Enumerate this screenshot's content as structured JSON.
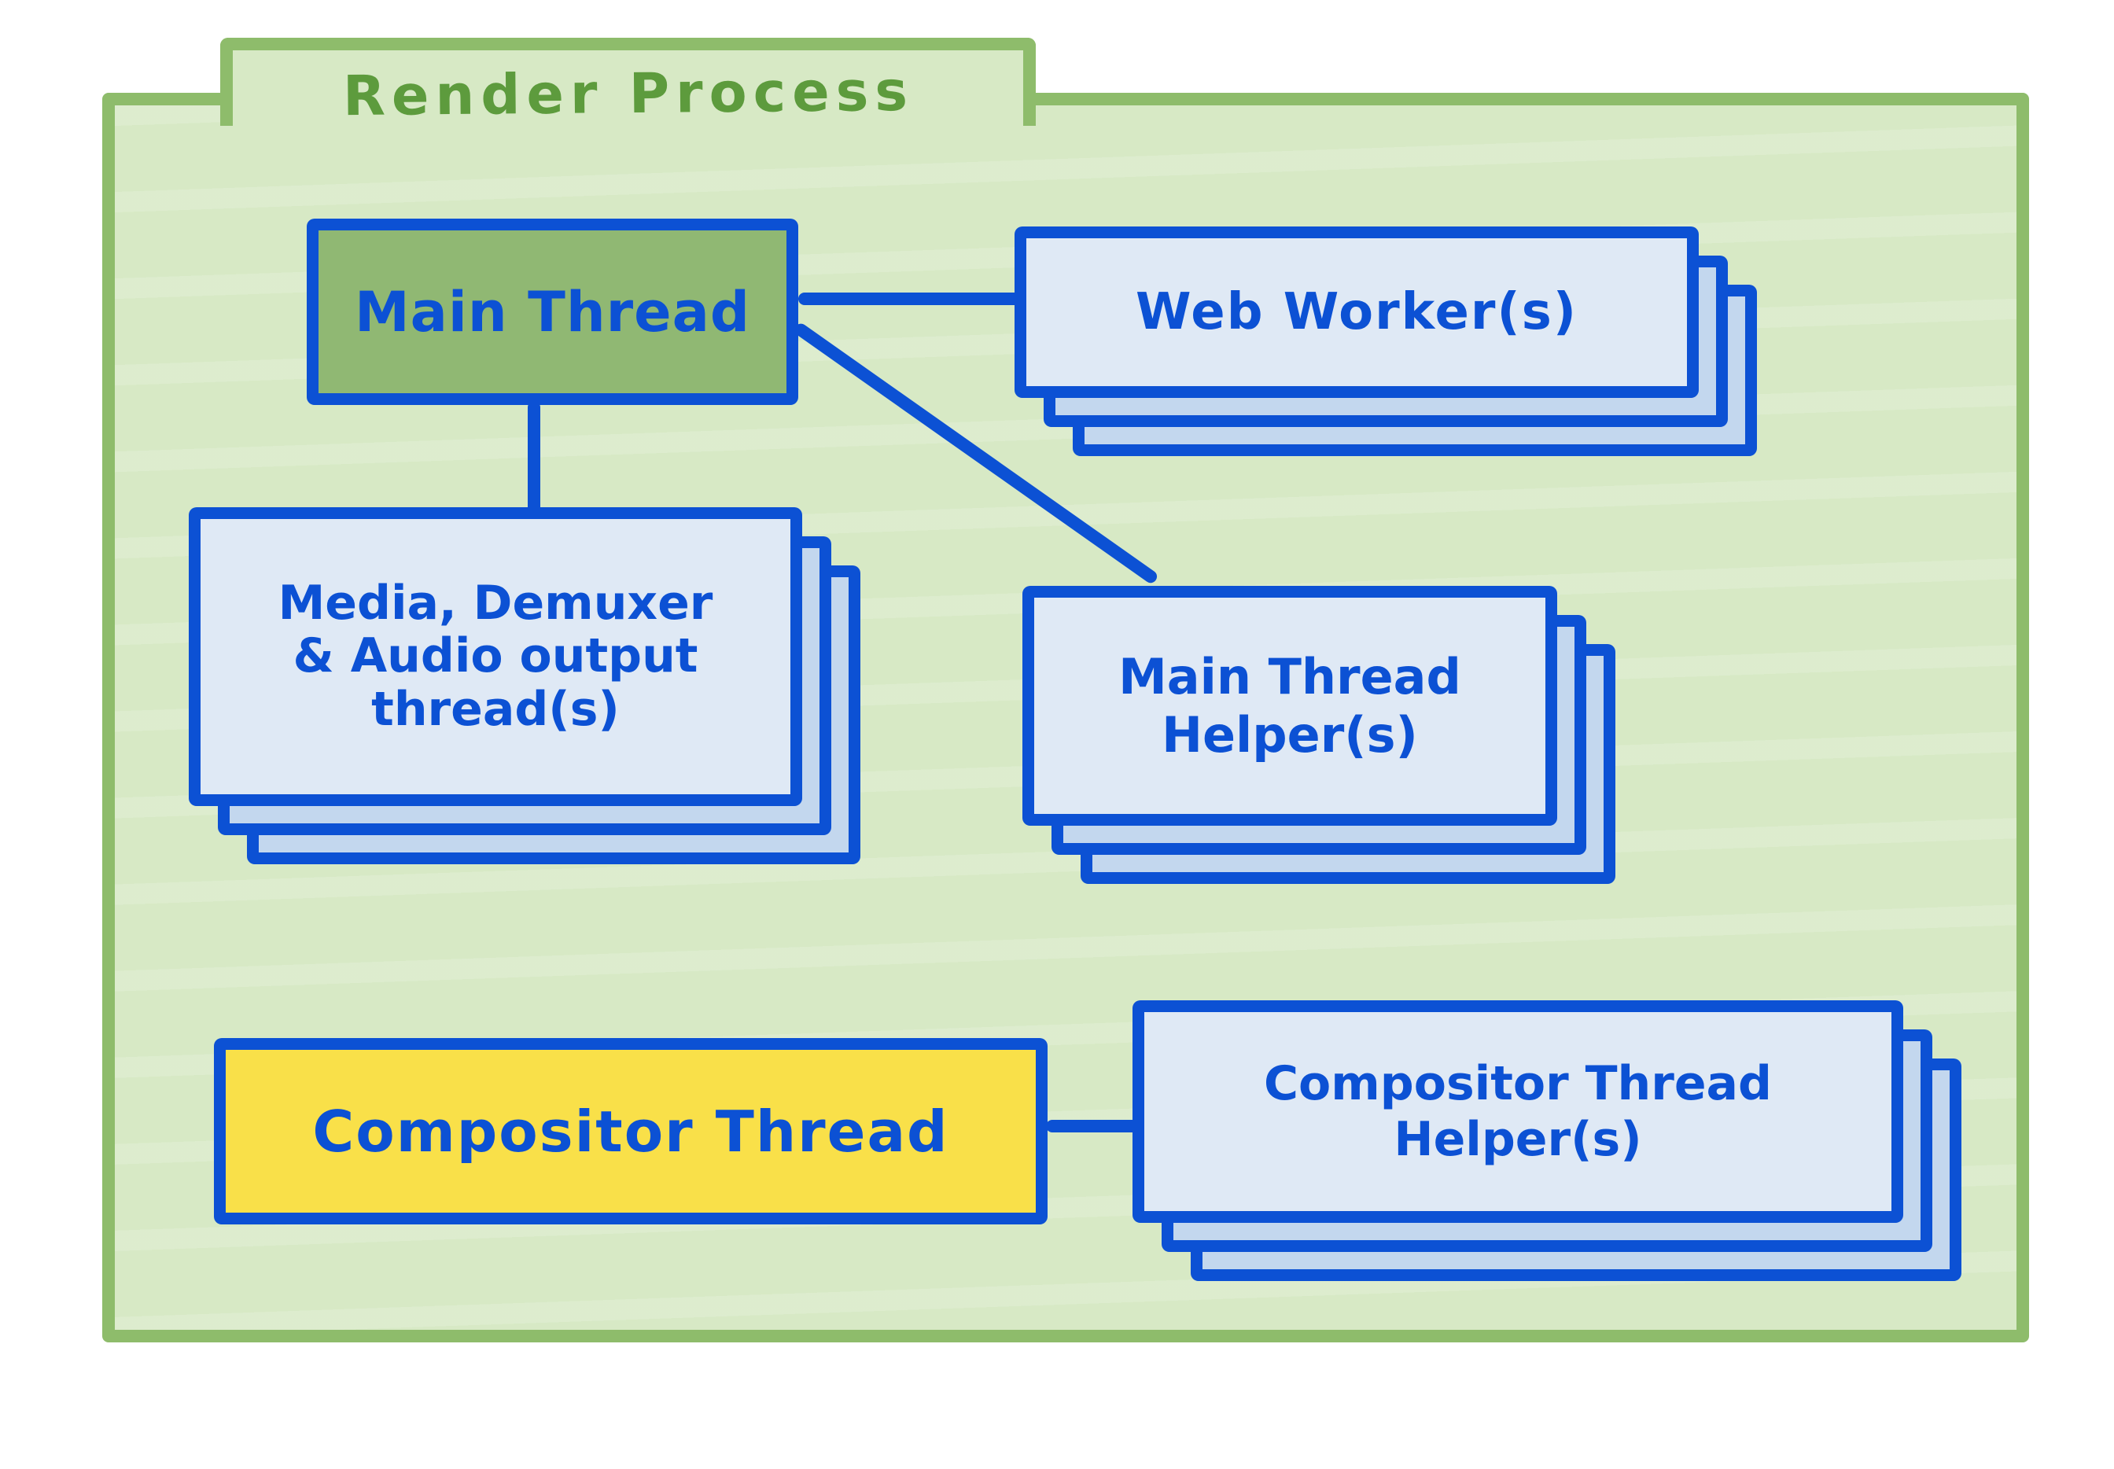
{
  "diagram": {
    "title": "Render Process",
    "nodes": {
      "main_thread": {
        "label": "Main Thread",
        "style": "green-solid"
      },
      "web_workers": {
        "label": "Web Worker(s)",
        "stacked": true
      },
      "media_threads": {
        "lines": [
          "Media, Demuxer",
          "& Audio output",
          "thread(s)"
        ],
        "stacked": true
      },
      "main_thread_helpers": {
        "lines": [
          "Main Thread",
          "Helper(s)"
        ],
        "stacked": true
      },
      "compositor_thread": {
        "label": "Compositor Thread",
        "style": "yellow-solid"
      },
      "compositor_thread_helpers": {
        "lines": [
          "Compositor Thread",
          "Helper(s)"
        ],
        "stacked": true
      }
    },
    "connections": [
      {
        "from": "main_thread",
        "to": "web_workers"
      },
      {
        "from": "main_thread",
        "to": "media_threads"
      },
      {
        "from": "main_thread",
        "to": "main_thread_helpers"
      },
      {
        "from": "compositor_thread",
        "to": "compositor_thread_helpers"
      }
    ],
    "colors": {
      "folder_border": "#8ebc6b",
      "folder_fill": "#d7e9c5",
      "title_text": "#5d9b3d",
      "line_and_text_blue": "#0c51d4",
      "main_thread_fill": "#90b873",
      "compositor_fill": "#f9e049",
      "card_fill": "#dfe9f5",
      "card_back_fill": "#c3d7ee",
      "page_background": "#ffffff"
    }
  }
}
